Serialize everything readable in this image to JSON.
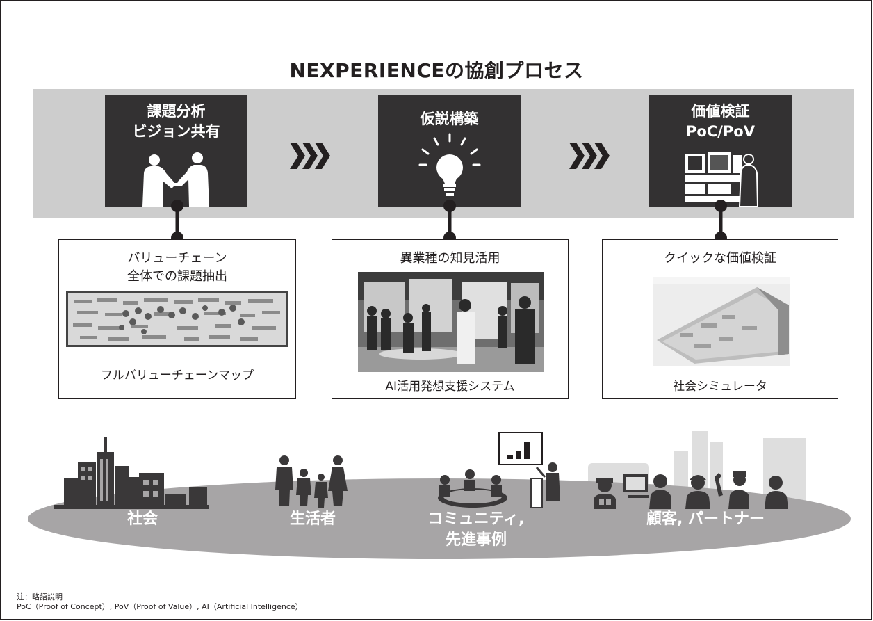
{
  "title": "NEXPERIENCEの協創プロセス",
  "stages": [
    {
      "label": "課題分析\nビジョン共有",
      "icon": "handshake-icon"
    },
    {
      "label": "仮説構築",
      "icon": "lightbulb-icon"
    },
    {
      "label": "価値検証\nPoC/PoV",
      "icon": "control-room-icon"
    }
  ],
  "boxes": [
    {
      "title": "バリューチェーン\n全体での課題抽出",
      "caption": "フルバリューチェーンマップ"
    },
    {
      "title": "異業種の知見活用",
      "caption": "AI活用発想支援システム"
    },
    {
      "title": "クイックな価値検証",
      "caption": "社会シミュレータ"
    }
  ],
  "groups": [
    {
      "label": "社会",
      "icon": "city-buildings-icon"
    },
    {
      "label": "生活者",
      "icon": "family-icon"
    },
    {
      "label": "コミュニティ,\n先進事例",
      "icon": "meeting-presentation-icon"
    },
    {
      "label": "顧客, パートナー",
      "icon": "industry-workers-icon"
    }
  ],
  "note": {
    "line1": "注：略語説明",
    "line2": "PoC（Proof of Concept）, PoV（Proof of Value）, AI（Artificial Intelligence）"
  },
  "colors": {
    "dark": "#333132",
    "band": "#cdcdcd",
    "ellipse": "#a7a5a6",
    "silhouette": "#3a3839",
    "light_silhouette": "#dedede"
  }
}
